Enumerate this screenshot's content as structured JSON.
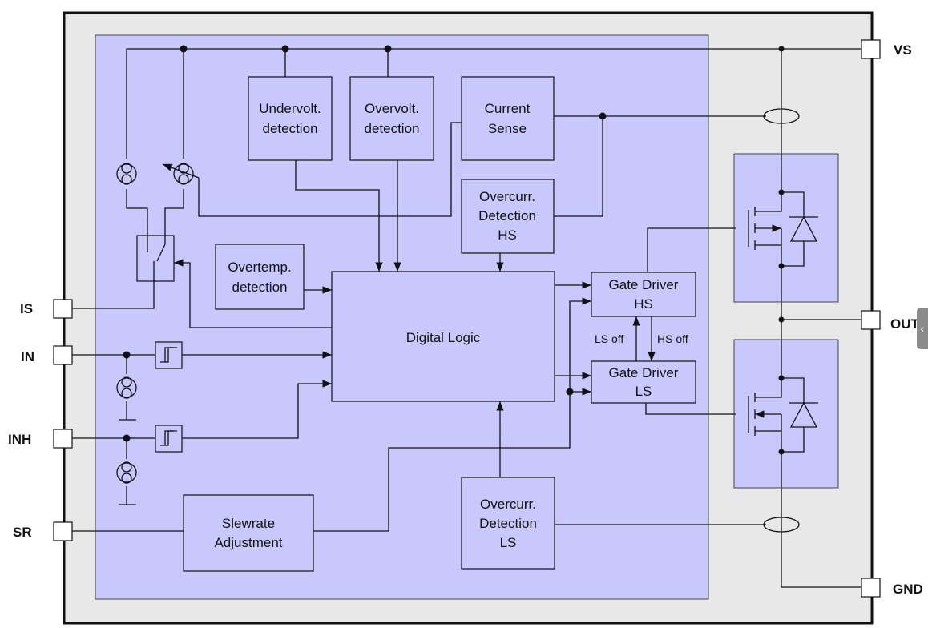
{
  "blocks": {
    "undervolt": [
      "Undervolt.",
      "detection"
    ],
    "overvolt": [
      "Overvolt.",
      "detection"
    ],
    "current_sense": [
      "Current",
      "Sense"
    ],
    "overcurr_hs": [
      "Overcurr.",
      "Detection",
      "HS"
    ],
    "overtemp": [
      "Overtemp.",
      "detection"
    ],
    "digital_logic": "Digital Logic",
    "gate_driver_hs": [
      "Gate Driver",
      "HS"
    ],
    "gate_driver_ls": [
      "Gate Driver",
      "LS"
    ],
    "slewrate": [
      "Slewrate",
      "Adjustment"
    ],
    "overcurr_ls": [
      "Overcurr.",
      "Detection",
      "LS"
    ]
  },
  "signals": {
    "ls_off": "LS off",
    "hs_off": "HS off"
  },
  "pins": {
    "vs": "VS",
    "out": "OUT",
    "gnd": "GND",
    "is": "IS",
    "in": "IN",
    "inh": "INH",
    "sr": "SR"
  },
  "colors": {
    "chip_bg": "#e8e8e8",
    "block_fill": "#c8c8fc",
    "line": "#111111"
  },
  "icons": [
    "current-source-icon",
    "schmitt-trigger-icon",
    "switch-icon",
    "mosfet-icon",
    "diode-icon",
    "current-sensor-icon",
    "side-tab-chevron-icon"
  ]
}
